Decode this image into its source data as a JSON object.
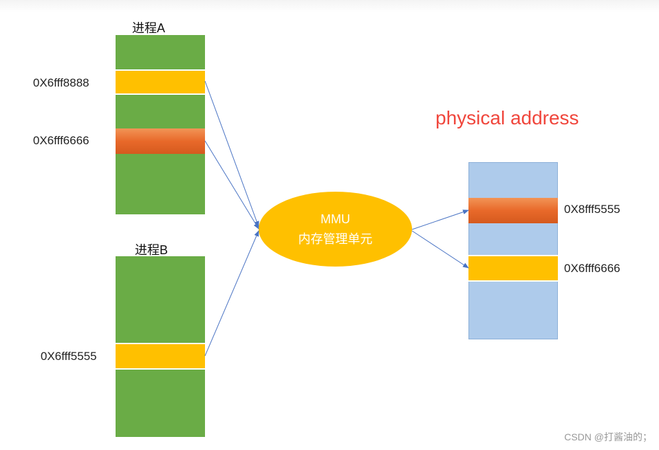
{
  "process_a": {
    "title": "进程A",
    "addr_1": "0X6fff8888",
    "addr_2": "0X6fff6666"
  },
  "process_b": {
    "title": "进程B",
    "addr_1": "0X6fff5555"
  },
  "mmu": {
    "line1": "MMU",
    "line2": "内存管理单元"
  },
  "physical": {
    "title": "physical address",
    "addr_1": "0X8fff5555",
    "addr_2": "0X6fff6666"
  },
  "watermark": "CSDN @打酱油的；",
  "colors": {
    "green": "#6aac46",
    "yellow": "#ffc000",
    "orange": "#e8692a",
    "light_blue": "#aecbeb",
    "arrow": "#4a74c4",
    "title_red": "#f0463c"
  }
}
